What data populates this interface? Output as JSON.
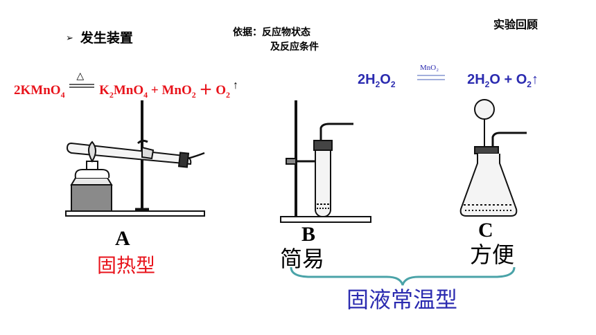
{
  "header": {
    "corner_title": "实验回顾",
    "section_bullet": "➢",
    "section_title": "发生装置",
    "basis_line1": "依据：反应物状态",
    "basis_line2": "及反应条件"
  },
  "equation_1": {
    "reactant": "2KMnO",
    "reactant_sub": "4",
    "condition": "△",
    "product1": "K",
    "product1_sub_a": "2",
    "product1_mid": "MnO",
    "product1_sub_b": "4",
    "plus1": " + ",
    "product2": "MnO",
    "product2_sub": "2",
    "plus2": " ＋ ",
    "product3": "O",
    "product3_sub": "2",
    "gas_arrow": " ↑"
  },
  "equation_2": {
    "reactant": "2H",
    "reactant_sub_a": "2",
    "reactant_mid": "O",
    "reactant_sub_b": "2",
    "catalyst": "MnO₂",
    "product1": "2H",
    "product1_sub": "2",
    "product1_end": "O + O",
    "product2_sub": "2",
    "gas_arrow": "↑"
  },
  "apparatus": [
    {
      "letter": "A",
      "note": "固热型"
    },
    {
      "letter": "B",
      "note": "简易"
    },
    {
      "letter": "C",
      "note": "方便"
    }
  ],
  "group_label": "固液常温型",
  "colors": {
    "red": "#e8131b",
    "blue": "#2b2bb0",
    "black": "#000000"
  }
}
